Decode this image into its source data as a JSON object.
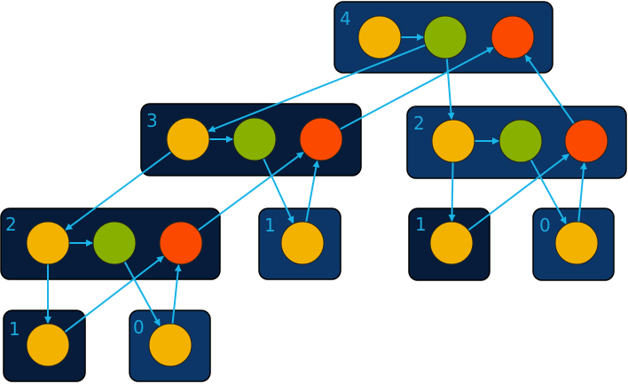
{
  "colors": {
    "box_dark": "#061c3a",
    "box_mid": "#0c3667",
    "node_yellow": "#f3b200",
    "node_green": "#88b000",
    "node_red": "#fb4a00",
    "edge": "#19b4e8",
    "label": "#19a9df"
  },
  "nodes": [
    {
      "id": "n4",
      "label": "4",
      "kind": "triple"
    },
    {
      "id": "n3",
      "label": "3",
      "kind": "triple"
    },
    {
      "id": "n2a",
      "label": "2",
      "kind": "triple"
    },
    {
      "id": "n2b",
      "label": "2",
      "kind": "triple"
    },
    {
      "id": "n1a",
      "label": "1",
      "kind": "single"
    },
    {
      "id": "n0a",
      "label": "0",
      "kind": "single"
    },
    {
      "id": "n1b",
      "label": "1",
      "kind": "single"
    },
    {
      "id": "n1c",
      "label": "1",
      "kind": "single"
    },
    {
      "id": "n0b",
      "label": "0",
      "kind": "single"
    }
  ],
  "edges": [
    {
      "from": "n4.yellow",
      "to": "n4.green"
    },
    {
      "from": "n4.green",
      "to": "n3.yellow"
    },
    {
      "from": "n3.yellow",
      "to": "n3.green"
    },
    {
      "from": "n3.yellow",
      "to": "n2a.yellow"
    },
    {
      "from": "n2a.yellow",
      "to": "n2a.green"
    },
    {
      "from": "n2a.yellow",
      "to": "n1a.yellow"
    },
    {
      "from": "n1a.yellow",
      "to": "n2a.red"
    },
    {
      "from": "n2a.green",
      "to": "n0a.yellow"
    },
    {
      "from": "n0a.yellow",
      "to": "n2a.red"
    },
    {
      "from": "n2a.red",
      "to": "n3.red"
    },
    {
      "from": "n3.green",
      "to": "n1b.yellow"
    },
    {
      "from": "n1b.yellow",
      "to": "n3.red"
    },
    {
      "from": "n3.red",
      "to": "n4.red"
    },
    {
      "from": "n4.green",
      "to": "n2b.yellow"
    },
    {
      "from": "n2b.yellow",
      "to": "n2b.green"
    },
    {
      "from": "n2b.yellow",
      "to": "n1c.yellow"
    },
    {
      "from": "n1c.yellow",
      "to": "n2b.red"
    },
    {
      "from": "n2b.green",
      "to": "n0b.yellow"
    },
    {
      "from": "n0b.yellow",
      "to": "n2b.red"
    },
    {
      "from": "n2b.red",
      "to": "n4.red"
    }
  ]
}
